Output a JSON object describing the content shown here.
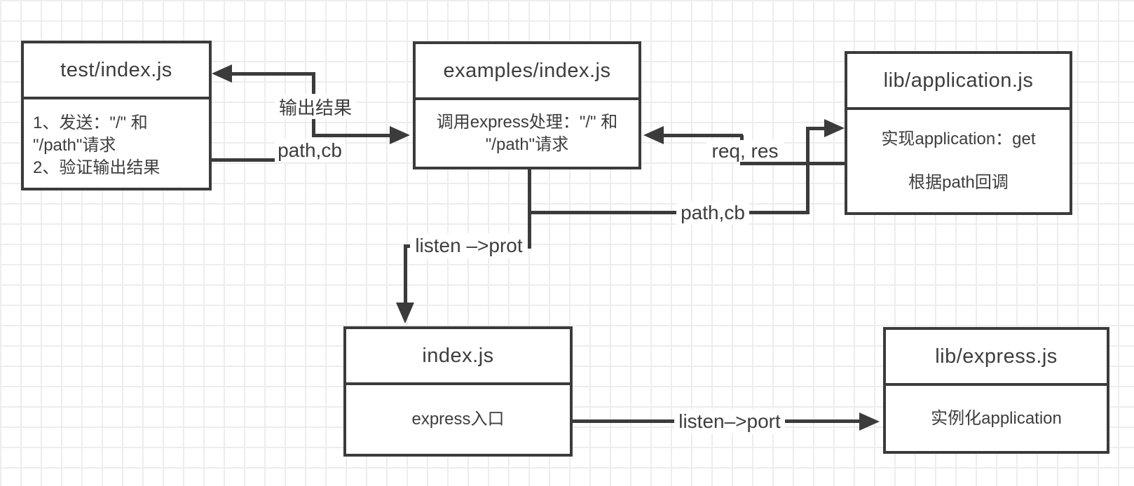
{
  "nodes": {
    "test": {
      "title": "test/index.js",
      "body": [
        "1、发送：\"/\" 和",
        "\"/path\"请求",
        "2、验证输出结果"
      ]
    },
    "examples": {
      "title": "examples/index.js",
      "body": [
        "调用express处理：\"/\" 和",
        "\"/path\"请求"
      ]
    },
    "application": {
      "title": "lib/application.js",
      "body": [
        "实现application：get",
        "根据path回调"
      ]
    },
    "index": {
      "title": "index.js",
      "body": [
        "express入口"
      ]
    },
    "express": {
      "title": "lib/express.js",
      "body": [
        "实例化application"
      ]
    }
  },
  "edges": {
    "output_result": "输出结果",
    "path_cb_left": "path,cb",
    "req_res": "req, res",
    "path_cb_right": "path,cb",
    "listen_prot": "listen –>prot",
    "listen_port": "listen–>port"
  },
  "colors": {
    "stroke": "#3b3b3b",
    "text": "#3d3d3d",
    "grid": "#ededed",
    "background": "#ffffff"
  }
}
